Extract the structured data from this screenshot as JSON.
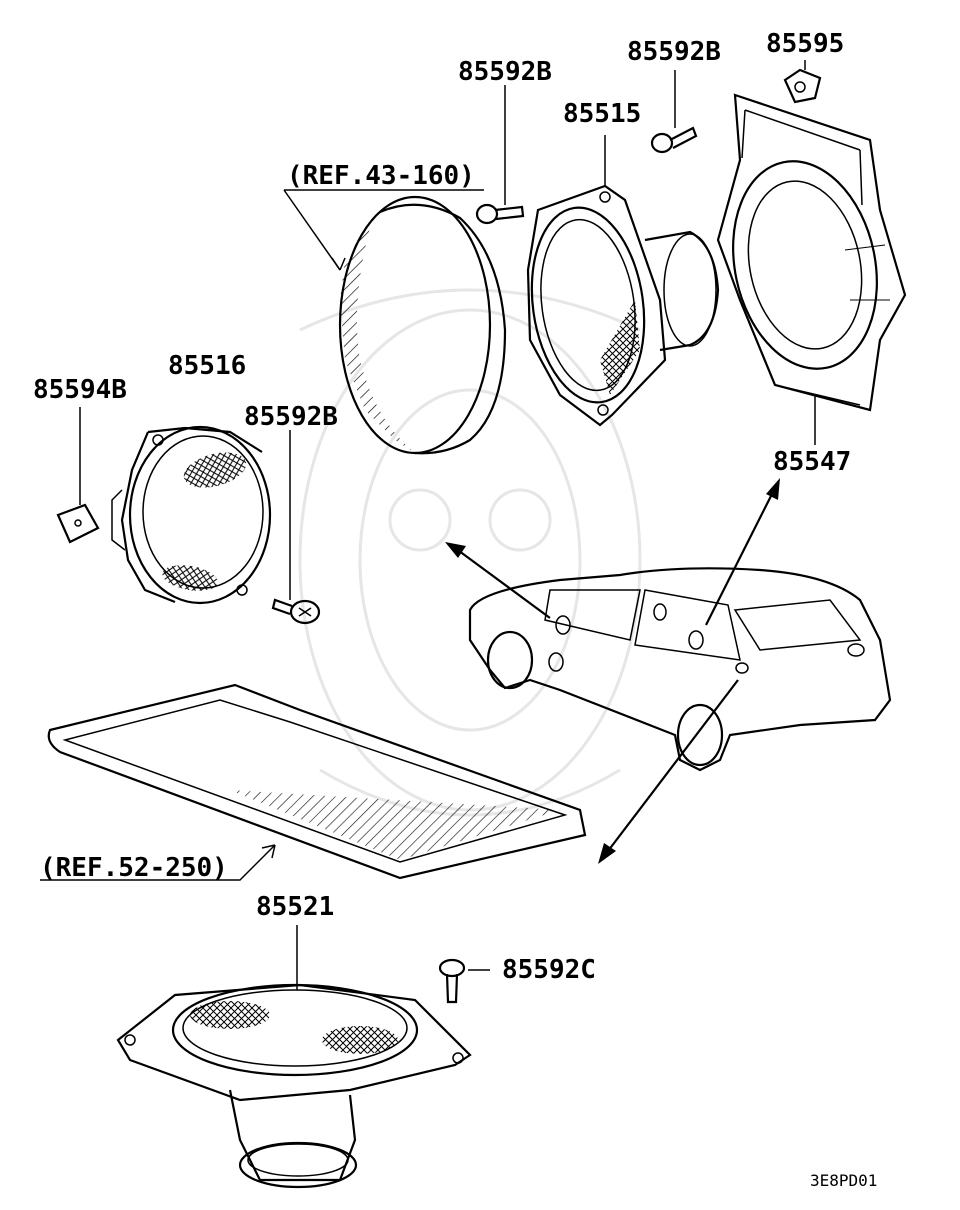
{
  "diagram": {
    "labels": {
      "part_85592B_a": "85592B",
      "part_85592B_b": "85592B",
      "part_85592B_c": "85592B",
      "part_85595": "85595",
      "part_85515": "85515",
      "ref_43_160": "(REF.43-160)",
      "part_85516": "85516",
      "part_85594B": "85594B",
      "part_85547": "85547",
      "ref_52_250": "(REF.52-250)",
      "part_85521": "85521",
      "part_85592C": "85592C",
      "drawing_code": "3E8PD01"
    }
  }
}
